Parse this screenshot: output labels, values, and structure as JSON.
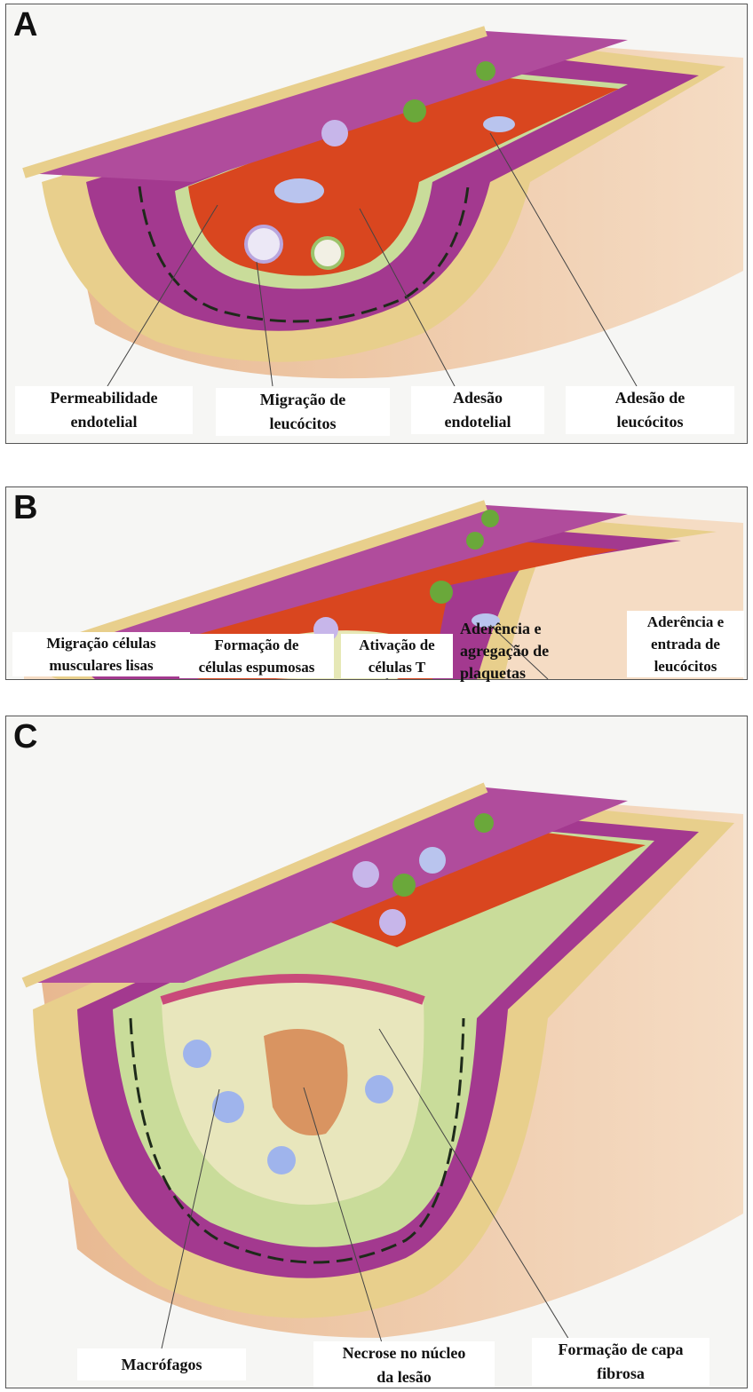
{
  "panels": [
    {
      "letter": "A",
      "labels": [
        {
          "line1": "Permeabilidade",
          "line2": "endotelial"
        },
        {
          "line1": "Migração de",
          "line2": "leucócitos"
        },
        {
          "line1": "Adesão",
          "line2": "endotelial"
        },
        {
          "line1": "Adesão de",
          "line2": "leucócitos"
        }
      ]
    },
    {
      "letter": "B",
      "labels": [
        {
          "line1": "Migração células",
          "line2": "musculares lisas"
        },
        {
          "line1": "Formação de",
          "line2": "células espumosas"
        },
        {
          "line1": "Ativação de",
          "line2": "células T"
        },
        {
          "line1": "Aderência e",
          "line2": "agregação de",
          "line3": "plaquetas"
        },
        {
          "line1": "Aderência e",
          "line2": "entrada de",
          "line3": "leucócitos"
        }
      ]
    },
    {
      "letter": "C",
      "labels": [
        {
          "line1": "Macrófagos"
        },
        {
          "line1": "Necrose no núcleo",
          "line2": "da lesão"
        },
        {
          "line1": "Formação de capa",
          "line2": "fibrosa"
        }
      ]
    }
  ],
  "colors": {
    "muscle": "#a3398f",
    "lumen": "#d9461f",
    "adventitia": "#e8cf8c",
    "intima": "#c9dc9a",
    "leukocyte": "#b9c4ee",
    "platelet": "#6aa83a"
  }
}
